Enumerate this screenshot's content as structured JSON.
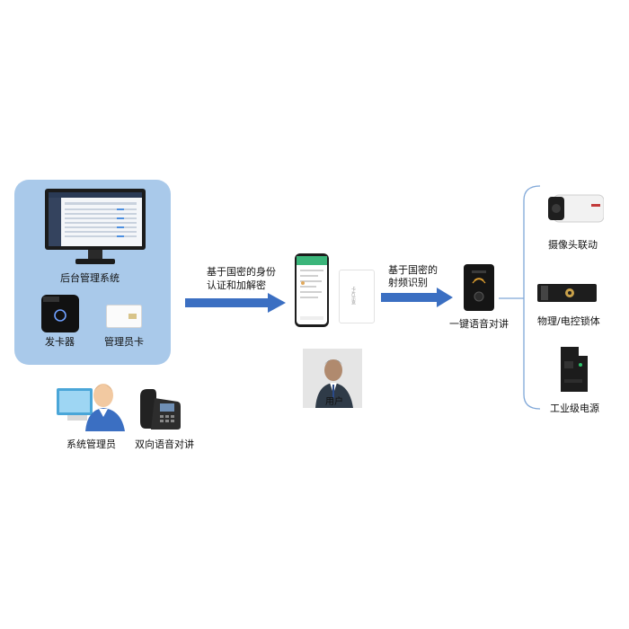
{
  "admin_panel": {
    "monitor_label": "后台管理系统",
    "card_reader_label": "发卡器",
    "admin_card_label": "管理员卡"
  },
  "admin_user": {
    "admin_label": "系统管理员",
    "phone_label": "双向语音对讲"
  },
  "flow": {
    "arrow1_text_line1": "基于国密的身份",
    "arrow1_text_line2": "认证和加解密",
    "arrow2_text_line1": "基于国密的",
    "arrow2_text_line2": "射频识别"
  },
  "end_user": {
    "label": "用户",
    "card_text": "卡片示意"
  },
  "device": {
    "label": "一键语音对讲"
  },
  "outputs": [
    {
      "label": "摄像头联动"
    },
    {
      "label": "物理/电控锁体"
    },
    {
      "label": "工业级电源"
    }
  ],
  "colors": {
    "panel_bg": "#a9c9ea",
    "arrow": "#3b6fc2",
    "bracket": "#7fa7d8"
  }
}
